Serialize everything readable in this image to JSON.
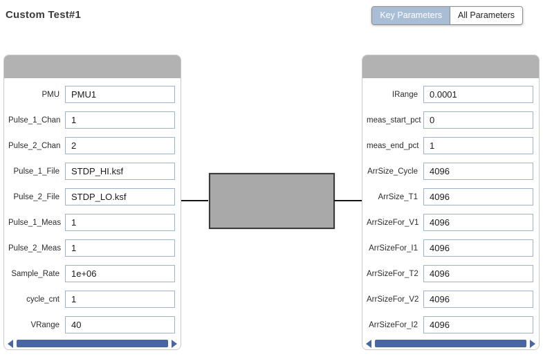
{
  "page": {
    "title": "Custom Test#1"
  },
  "toolbar": {
    "key_parameters_label": "Key Parameters",
    "all_parameters_label": "All Parameters",
    "selected": "Key Parameters"
  },
  "left_panel": {
    "rows": [
      {
        "label": "PMU",
        "value": "PMU1"
      },
      {
        "label": "Pulse_1_Chan",
        "value": "1"
      },
      {
        "label": "Pulse_2_Chan",
        "value": "2"
      },
      {
        "label": "Pulse_1_File",
        "value": "STDP_HI.ksf"
      },
      {
        "label": "Pulse_2_File",
        "value": "STDP_LO.ksf"
      },
      {
        "label": "Pulse_1_Meas",
        "value": "1"
      },
      {
        "label": "Pulse_2_Meas",
        "value": "1"
      },
      {
        "label": "Sample_Rate",
        "value": "1e+06"
      },
      {
        "label": "cycle_cnt",
        "value": "1"
      },
      {
        "label": "VRange",
        "value": "40"
      }
    ]
  },
  "right_panel": {
    "rows": [
      {
        "label": "IRange",
        "value": "0.0001"
      },
      {
        "label": "meas_start_pct",
        "value": "0"
      },
      {
        "label": "meas_end_pct",
        "value": "1"
      },
      {
        "label": "ArrSize_Cycle",
        "value": "4096"
      },
      {
        "label": "ArrSize_T1",
        "value": "4096"
      },
      {
        "label": "ArrSizeFor_V1",
        "value": "4096"
      },
      {
        "label": "ArrSizeFor_I1",
        "value": "4096"
      },
      {
        "label": "ArrSizeFor_T2",
        "value": "4096"
      },
      {
        "label": "ArrSizeFor_V2",
        "value": "4096"
      },
      {
        "label": "ArrSizeFor_I2",
        "value": "4096"
      }
    ]
  },
  "colors": {
    "accent_scrollbar_blue": "#4a66a0",
    "selected_toggle_bg": "#a9bdd4",
    "input_border_blue": "#9db2cb",
    "panel_header_gray": "#b2b2b2",
    "panel_border_gray": "#c9c9c9",
    "device_fill_gray": "#a9a9a9",
    "device_border": "#3a3a3a"
  }
}
